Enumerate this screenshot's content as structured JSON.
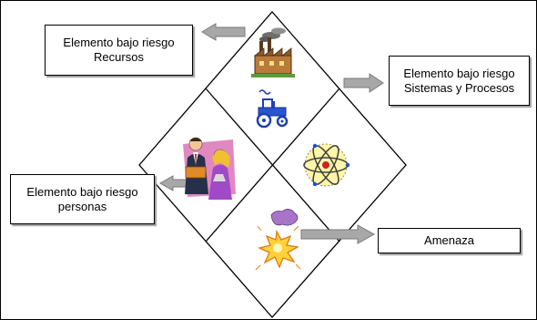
{
  "boxes": {
    "recursos": {
      "line1": "Elemento bajo riesgo",
      "line2": "Recursos"
    },
    "sistemas": {
      "line1": "Elemento bajo riesgo",
      "line2": "Sistemas y Procesos"
    },
    "personas": {
      "line1": "Elemento bajo riesgo",
      "line2": "personas"
    },
    "amenaza": {
      "line1": "Amenaza"
    }
  },
  "colors": {
    "arrow_fill": "#a8a8a8",
    "arrow_stroke": "#7a7a7a",
    "outline": "#000000"
  },
  "icons": [
    "factory-icon",
    "tractor-icon",
    "people-icon",
    "atom-icon",
    "explosion-icon"
  ]
}
